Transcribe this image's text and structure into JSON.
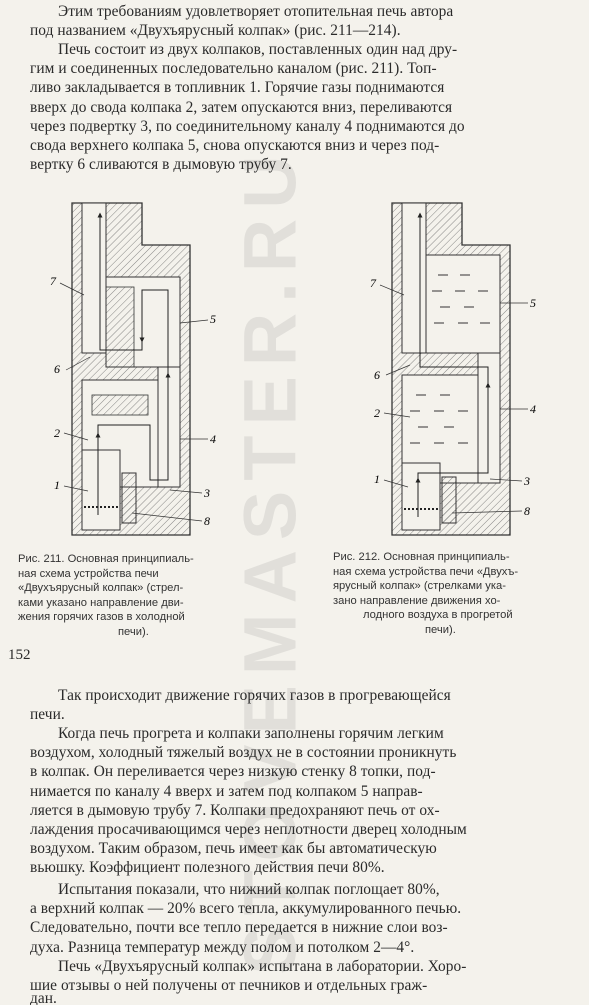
{
  "page": {
    "page_number": "152",
    "watermark": "STOVEMASTER.RU"
  },
  "intro": {
    "lines": [
      "Этим требованиям удовлетворяет отопительная печь автора",
      "под названием «Двухъярусный колпак» (рис. 211—214)."
    ]
  },
  "description": {
    "lines": [
      "Печь состоит из двух колпаков, поставленных один над дру-",
      "гим и соединенных последовательно каналом (рис. 211). Топ-",
      "ливо закладывается в топливник 1. Горячие газы поднимаются",
      "вверх до свода колпака 2, затем опускаются вниз, переливаются",
      "через подвертку 3, по соединительному каналу 4 поднимаются до",
      "свода верхнего колпака 5, снова опускаются вниз и через под-",
      "вертку 6 сливаются в дымовую трубу 7."
    ]
  },
  "figures": [
    {
      "labels": [
        "7",
        "6",
        "2",
        "1",
        "5",
        "4",
        "3",
        "8"
      ],
      "caption_lines": [
        "Рис. 211. Основная принципиаль-",
        "ная   схема   устройства   печи",
        "«Двухъярусный колпак» (стрел-",
        "ками указано направление дви-",
        "жения горячих газов в холодной",
        "печи)."
      ]
    },
    {
      "labels": [
        "7",
        "6",
        "2",
        "1",
        "5",
        "4",
        "3",
        "8"
      ],
      "caption_lines": [
        "Рис. 212. Основная принципиаль-",
        "ная схема устройства печи «Двухъ-",
        "ярусный колпак» (стрелками ука-",
        "зано направление движения хо-",
        "лодного воздуха в прогретой",
        "печи)."
      ]
    }
  ],
  "body": {
    "p1": [
      "Так происходит движение горячих газов в прогревающейся",
      "печи."
    ],
    "p2": [
      "Когда печь прогрета и колпаки заполнены горячим  легким",
      "воздухом, холодный тяжелый воздух не в состоянии проникнуть",
      "в колпак. Он переливается через низкую стенку 8 топки, под-",
      "нимается по каналу 4 вверх и затем под колпаком  5  направ-",
      "ляется в дымовую трубу 7. Колпаки предохраняют печь от ох-",
      "лаждения просачивающимся через неплотности дверец холодным",
      "воздухом. Таким образом, печь имеет как бы  автоматическую",
      "вьюшку. Коэффициент полезного действия печи 80%."
    ],
    "p3": [
      "Испытания показали, что нижний колпак поглощает 80%,",
      "а верхний колпак — 20% всего тепла, аккумулированного печью.",
      "Следовательно, почти все тепло передается в нижние слои воз-",
      "духа. Разница температур между полом и потолком 2—4°."
    ],
    "p4": [
      "Печь «Двухъярусный колпак» испытана в лаборатории. Хоро-",
      "шие отзывы о ней получены от печников и отдельных граж-",
      "дан."
    ]
  }
}
